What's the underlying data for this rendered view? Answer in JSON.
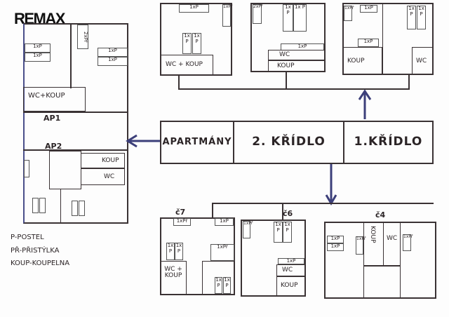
{
  "logo": "REMAX",
  "wings": {
    "apartments": "APARTMÁNY",
    "wing2": "2. KŘÍDLO",
    "wing1": "1.KŘÍDLO"
  },
  "labels": {
    "bed": "1xP",
    "extra_bed": "1xPř",
    "double_extra": "2xPř",
    "bed_v": "1x P",
    "wc_bath": "WC+KOUP",
    "wc": "WC",
    "bath": "KOUP",
    "wc_bath_stack": "WC + KOUP",
    "bed_extra": "1xPř"
  },
  "apartments": {
    "ap1": "AP1",
    "ap2": "AP2"
  },
  "rooms": {
    "r7": "č7",
    "r6": "č6",
    "r4": "č4"
  },
  "legend": [
    "P-POSTEL",
    "PŘ-PŘISTÝLKA",
    "KOUP-KOUPELNA"
  ]
}
